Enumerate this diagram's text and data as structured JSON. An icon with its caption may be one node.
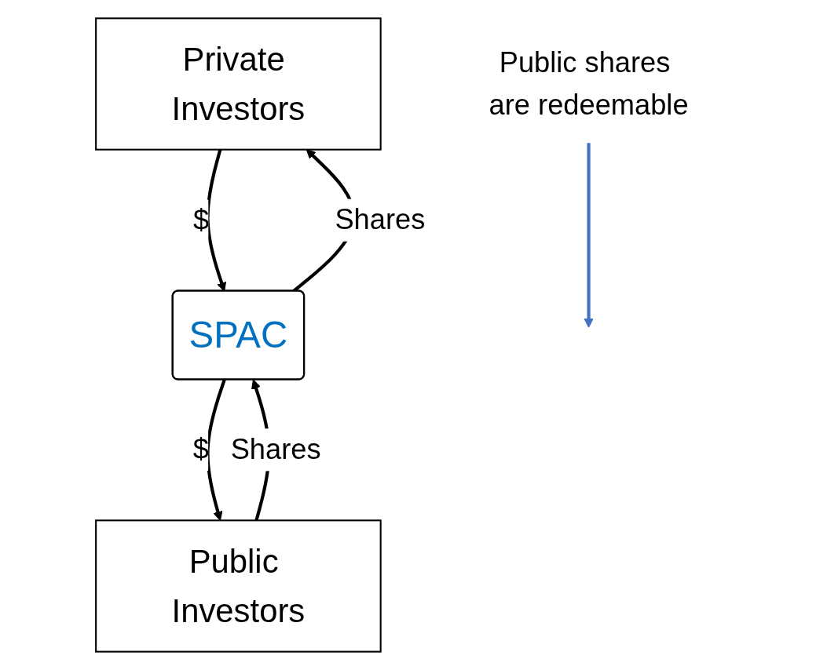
{
  "diagram": {
    "nodes": [
      {
        "text": [
          "Private Investors"
        ]
      },
      {
        "text": [
          "SPAC"
        ]
      },
      {
        "text": [
          "Public Investors"
        ]
      },
      {
        "text": [
          "Public shares are redeemable"
        ]
      }
    ],
    "edges": [
      {
        "from": 0,
        "to": 1,
        "label": "$",
        "arrow": "to"
      },
      {
        "from": 1,
        "to": 0,
        "label": "Shares",
        "arrow": "to"
      },
      {
        "from": 1,
        "to": 2,
        "label": "$",
        "arrow": "to"
      },
      {
        "from": 2,
        "to": 1,
        "label": "Shares",
        "arrow": "to"
      },
      {
        "from": 3,
        "to": null,
        "arrow": "to",
        "color": "#4472c4"
      }
    ]
  }
}
